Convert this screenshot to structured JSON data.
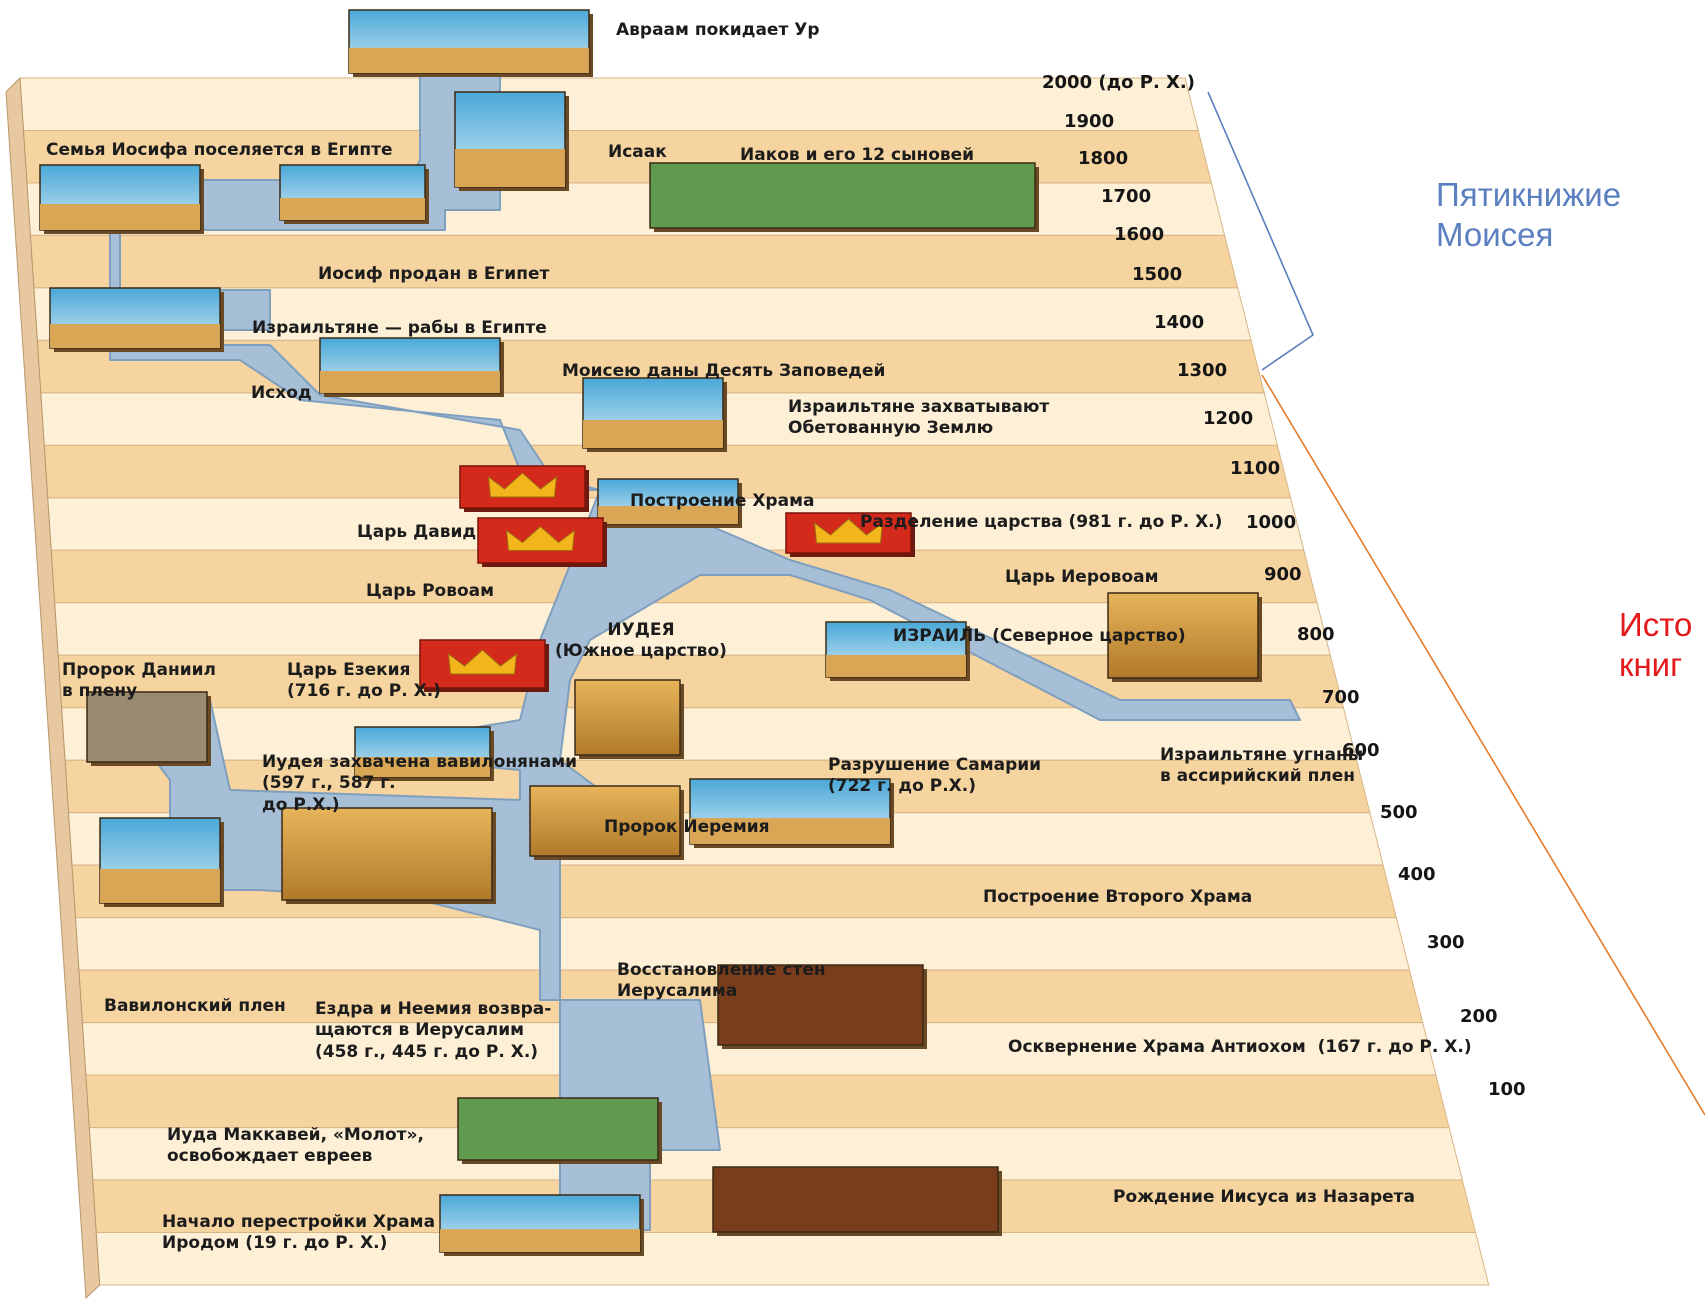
{
  "timeline": {
    "years": [
      "2000 (до Р. Х.)",
      "1900",
      "1800",
      "1700",
      "1600",
      "1500",
      "1400",
      "1300",
      "1200",
      "1100",
      "1000",
      "900",
      "800",
      "700",
      "600",
      "500",
      "400",
      "300",
      "200",
      "100"
    ],
    "colors": {
      "band_light": "#fdf0d6",
      "band_dark": "#f5d4a0",
      "board_front": "#e7c8a0",
      "path": "#a7bfd6",
      "path_edge": "#7f9fbf",
      "crown_red": "#d42a1c",
      "crown_gold": "#f3b51c"
    }
  },
  "events": {
    "avraam": "Авраам покидает Ур",
    "iosif_family": "Семья Иосифа поселяется в Египте",
    "isaak": "Исаак",
    "iakov": "Иаков и его 12 сыновей",
    "iosif_sold": "Иосиф продан в Египет",
    "slaves": "Израильтяне — рабы в Египте",
    "ishod": "Исход",
    "commandments": "Моисею даны Десять Заповедей",
    "promised_land": "Израильтяне захватывают\nОбетованную Землю",
    "temple": "Построение Храма",
    "david": "Царь Давид",
    "division": "Разделение царства (981 г. до Р. Х.)",
    "rehoboam": "Царь Ровоам",
    "jeroboam": "Царь Иеровоам",
    "judea": "ИУДЕЯ\n(Южное царство)",
    "israel": "ИЗРАИЛЬ (Северное царство)",
    "daniel": "Пророк Даниил\nв плену",
    "hezekiah": "Царь Езекия\n(716 г. до Р. Х.)",
    "babylon_capture": "Иудея захвачена вавилонянами\n(597 г., 587 г.\nдо Р.Х.)",
    "samaria": "Разрушение Самарии\n(722 г. до Р.Х.)",
    "assyria": "Израильтяне угнаны\nв ассирийский плен",
    "jeremiah": "Пророк Иеремия",
    "second_temple": "Построение Второго Храма",
    "walls": "Восстановление стен\nИерусалима",
    "captivity": "Вавилонский плен",
    "ezra": "Ездра и Неемия возвра-\nщаются в Иерусалим\n(458 г., 445 г. до Р. Х.)",
    "antiochus": "Осквернение Храма Антиохом  (167 г. до Р. Х.)",
    "maccabee": "Иуда Маккавей, «Молот»,\nосвобождает евреев",
    "jesus": "Рождение Иисуса из Назарета",
    "herod": "Начало перестройки Храма\nИродом (19 г. до Р. Х.)"
  },
  "annotations": {
    "pentateuch": "Пятикнижие\nМоисея",
    "historical": "Исто\nкниг",
    "blue": "#5b7fbf",
    "red": "#e3191c",
    "orange": "#e57c2b"
  }
}
